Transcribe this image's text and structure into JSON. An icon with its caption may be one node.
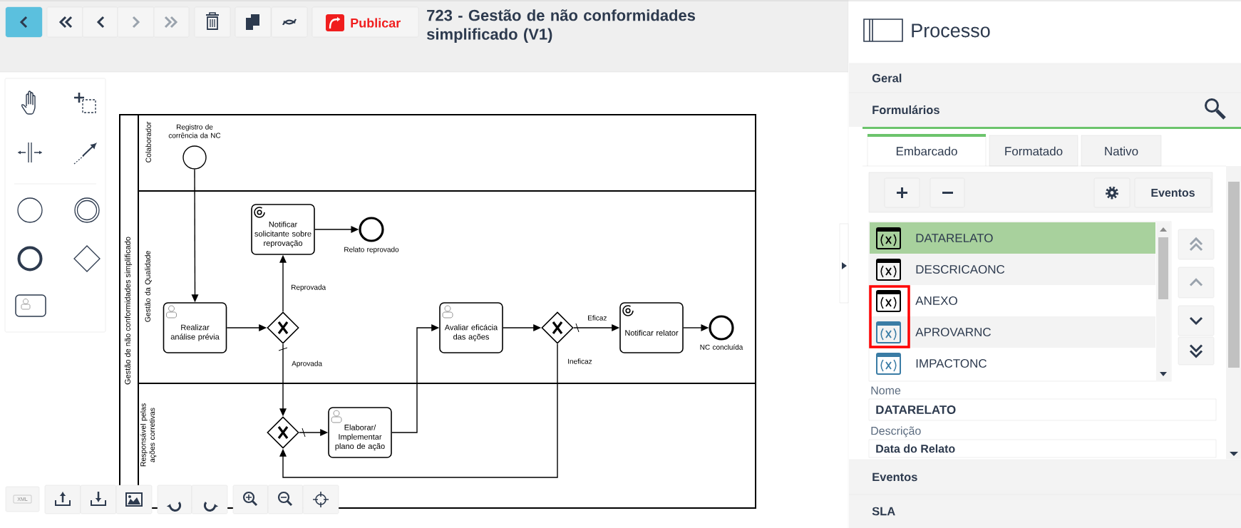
{
  "diagram": {
    "title": "723 - Gestão de não conformidades simplificado (V1)",
    "nodes": [
      {
        "text": [
          "Gestão de não conformidades simplificado"
        ]
      },
      {
        "text": [
          "Colaborador"
        ],
        "in": 0
      },
      {
        "text": [
          "Gestão da Qualidade"
        ],
        "in": 0
      },
      {
        "text": [
          "Responsável pelas ações corretivas"
        ],
        "in": 0
      },
      {
        "text": [],
        "shape": "circle",
        "beside": [
          "Registro de corrência da NC"
        ],
        "in": 1
      },
      {
        "text": [
          "Realizar análise prévia"
        ],
        "in": 2
      },
      {
        "text": [],
        "shape": "diamond",
        "in": 2
      },
      {
        "text": [
          "Notificar solicitante sobre reprovação"
        ],
        "in": 2
      },
      {
        "text": [],
        "shape": "circle",
        "beside": [
          "Relato reprovado"
        ],
        "in": 2
      },
      {
        "text": [
          "Avaliar eficácia das ações"
        ],
        "in": 2
      },
      {
        "text": [],
        "shape": "diamond",
        "in": 2
      },
      {
        "text": [
          "Notificar relator"
        ],
        "in": 2
      },
      {
        "text": [],
        "shape": "circle",
        "beside": [
          "NC concluída"
        ],
        "in": 2
      },
      {
        "text": [],
        "shape": "diamond",
        "in": 3
      },
      {
        "text": [
          "Elaborar/ Implementar plano de ação"
        ],
        "in": 3
      }
    ],
    "edges": [
      {
        "from": 4,
        "to": 5,
        "arrow": "to"
      },
      {
        "from": 5,
        "to": 6,
        "arrow": "to"
      },
      {
        "from": 6,
        "to": 7,
        "arrow": "to",
        "label": "Reprovada"
      },
      {
        "from": 7,
        "to": 8,
        "arrow": "to"
      },
      {
        "from": 6,
        "to": 13,
        "arrow": "to",
        "label": "Aprovada"
      },
      {
        "from": 13,
        "to": 14,
        "arrow": "to"
      },
      {
        "from": 14,
        "to": 9,
        "arrow": "to"
      },
      {
        "from": 9,
        "to": 10,
        "arrow": "to"
      },
      {
        "from": 10,
        "to": 11,
        "arrow": "to",
        "label": "Eficaz"
      },
      {
        "from": 11,
        "to": 12,
        "arrow": "to"
      },
      {
        "from": 10,
        "to": 13,
        "arrow": "to",
        "label": "Ineficaz"
      }
    ],
    "labels": [
      "Publicar",
      "XML",
      "Processo",
      "Geral",
      "Formulários",
      "Embarcado",
      "Formatado",
      "Nativo",
      "Eventos",
      "DATARELATO",
      "DESCRICAONC",
      "ANEXO",
      "APROVARNC",
      "IMPACTONC",
      "Nome",
      "DATARELATO",
      "Descrição",
      "Data do Relato",
      "Eventos",
      "SLA"
    ]
  }
}
